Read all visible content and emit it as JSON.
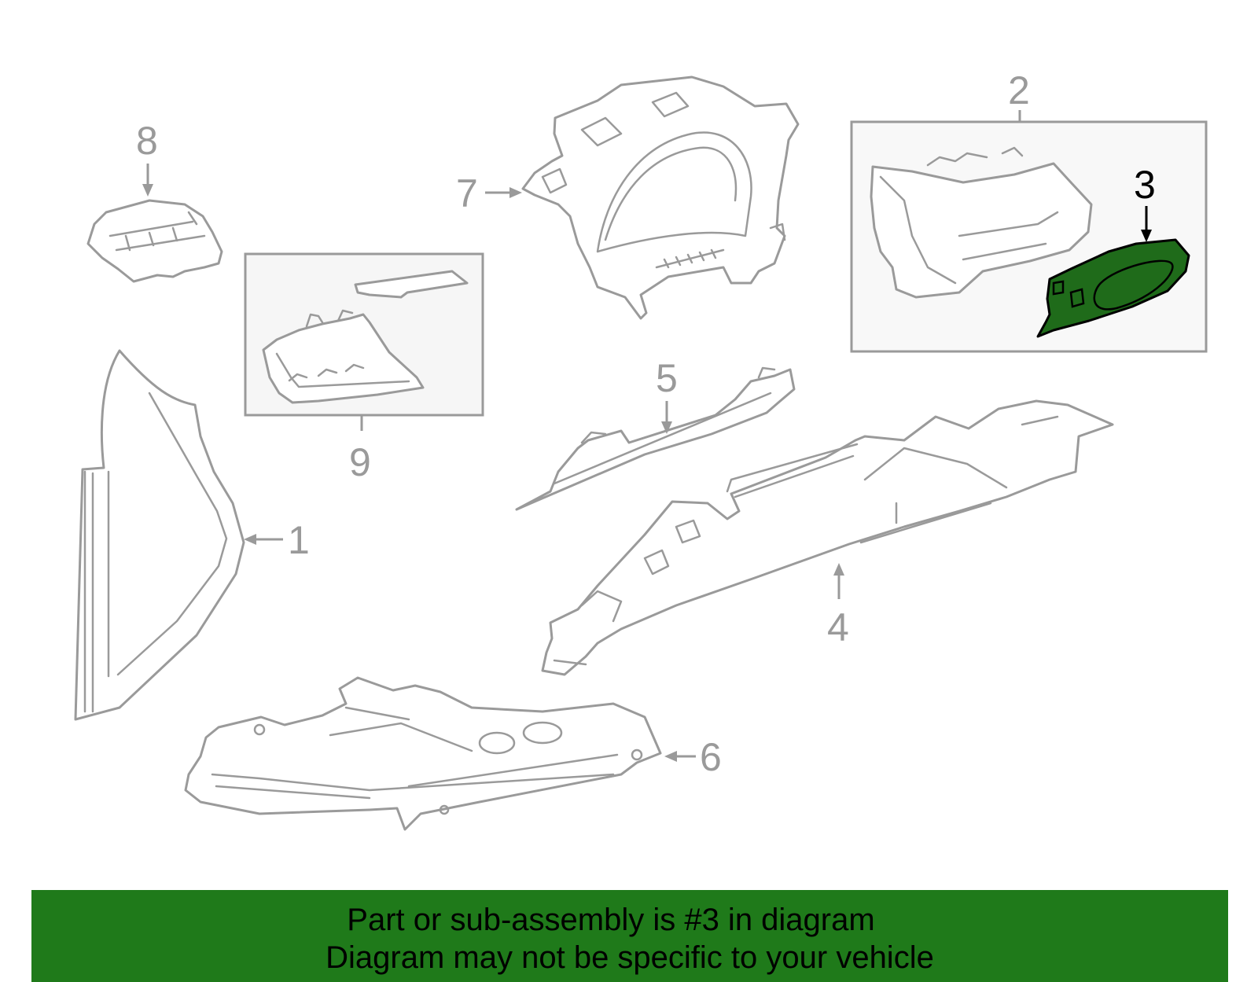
{
  "diagram": {
    "callouts": [
      "1",
      "2",
      "3",
      "4",
      "5",
      "6",
      "7",
      "8",
      "9"
    ],
    "highlighted_callout": "3"
  },
  "banner": {
    "line1": "Part or sub-assembly is #3 in diagram",
    "line2": "Diagram may not be specific to your vehicle"
  },
  "colors": {
    "banner_bg": "#1f7a1a",
    "highlight_fill": "#1f6b1a",
    "line_gray": "#9a9a9a"
  }
}
